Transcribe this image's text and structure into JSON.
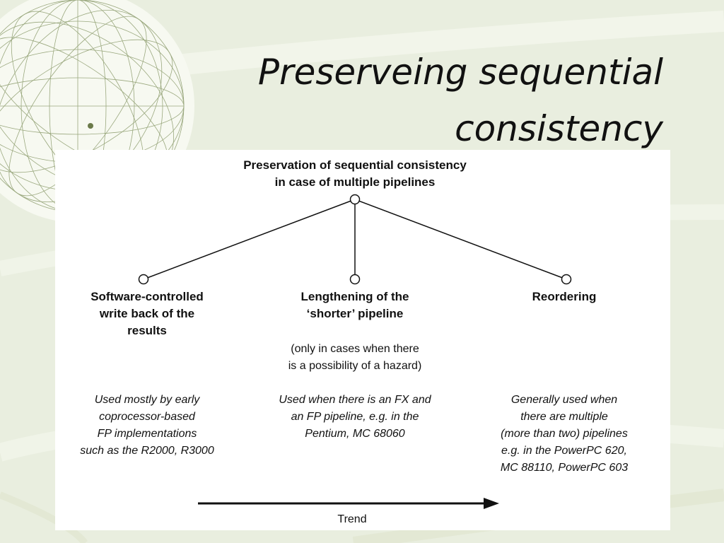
{
  "slide": {
    "title_line1": "Preserveing sequential",
    "title_line2": "consistency"
  },
  "diagram": {
    "root": {
      "line1": "Preservation of sequential consistency",
      "line2": "in case of multiple pipelines"
    },
    "branches": [
      {
        "heading": [
          "Software-controlled",
          "write back of the",
          "results"
        ],
        "note": [],
        "usage": [
          "Used mostly by early",
          "coprocessor-based",
          "FP implementations",
          "such as the R2000, R3000"
        ]
      },
      {
        "heading": [
          "Lengthening of the",
          "‘shorter’ pipeline"
        ],
        "note": [
          "(only in cases when there",
          "is a possibility of a hazard)"
        ],
        "usage": [
          "Used when there is an FX and",
          "an FP pipeline, e.g. in the",
          "Pentium, MC 68060"
        ]
      },
      {
        "heading": [
          "Reordering"
        ],
        "note": [],
        "usage": [
          "Generally used when",
          "there are multiple",
          "(more than two) pipelines",
          "e.g. in the PowerPC 620,",
          "MC 88110, PowerPC 603"
        ]
      }
    ],
    "trend_label": "Trend"
  },
  "colors": {
    "slide_bg": "#e9eedf",
    "panel_bg": "#ffffff",
    "ink": "#111111",
    "globe_lines": "#8a9a6a"
  },
  "icons": {
    "decoration": "wireframe-globe",
    "arrow": "right-arrow"
  }
}
